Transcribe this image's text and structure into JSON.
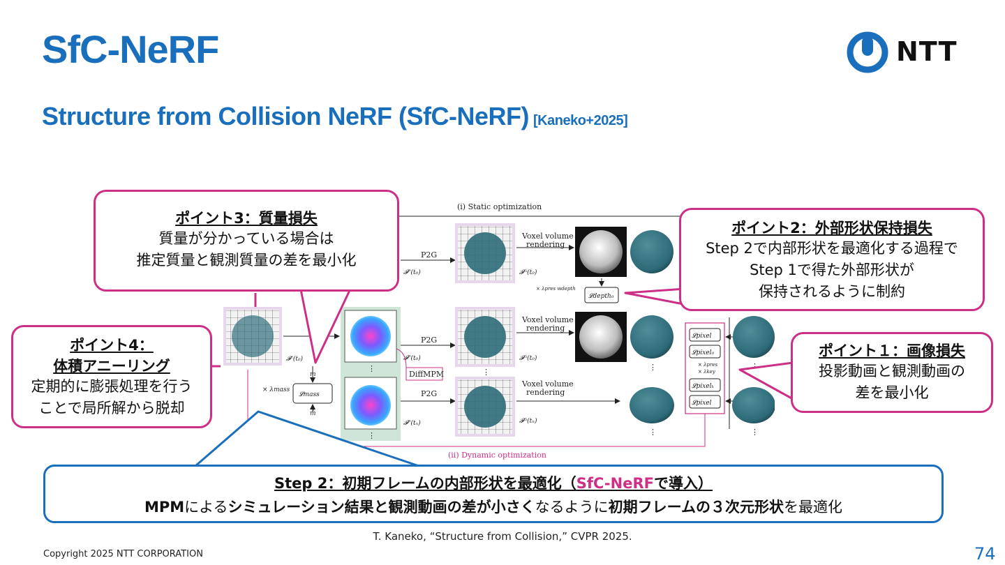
{
  "title": "SfC-NeRF",
  "subtitle": {
    "main": "Structure from Collision NeRF (SfC-NeRF)",
    "cite": "[Kaneko+2025]"
  },
  "logo": {
    "text": "NTT",
    "icon": "ntt-logo-icon",
    "color": "#1a6fbd"
  },
  "figure": {
    "static_label": "(i) Static optimization",
    "dynamic_label": "(ii) Dynamic optimization",
    "p2g": "P2G",
    "voxel_rendering_1": "Voxel volume",
    "voxel_rendering_2": "rendering",
    "diffmpm": "DiffMPM",
    "f_p_t0": "𝓕ᴾ(t₀)",
    "f_g_t0": "𝓕ᴳ(t₀)",
    "f_c_t0": "𝓕ᶜ(t₀)",
    "f_p_tn": "𝓕ᴾ(tₙ)",
    "f_g_tn": "𝓕ᴳ(tₙ)",
    "l_depth": "𝓛depth₀",
    "l_mass": "𝓛mass",
    "l_pixel": "𝓛pixel",
    "l_pixel0": "𝓛pixel₀",
    "l_pixelk": "𝓛pixelₖ",
    "lambda_mass": "× λmass",
    "lambda_depth": "× λpres wdepth",
    "lambda_pres": "× λpres",
    "lambda_key": "× λkey",
    "m": "m",
    "m_hat": "m̂",
    "ellipsis": "⋮"
  },
  "callouts": {
    "p3": {
      "heading": "ポイント3：質量損失",
      "lines": [
        "質量が分かっている場合は",
        "推定質量と観測質量の差を最小化"
      ]
    },
    "p2": {
      "heading": "ポイント2：外部形状保持損失",
      "lines": [
        "Step 2で内部形状を最適化する過程で",
        "Step 1で得た外部形状が",
        "保持されるように制約"
      ]
    },
    "p4": {
      "heading_lines": [
        "ポイント4：",
        "体積アニーリング"
      ],
      "lines": [
        "定期的に膨張処理を行う",
        "ことで局所解から脱却"
      ]
    },
    "p1": {
      "heading": "ポイント１：画像損失",
      "lines": [
        "投影動画と観測動画の",
        "差を最小化"
      ]
    }
  },
  "step2": {
    "heading_pre": "Step 2：初期フレームの内部形状を最適化（",
    "heading_pink": "SfC-NeRF",
    "heading_post": "で導入）",
    "body_1": "MPM",
    "body_2": "による",
    "body_3": "シミュレーション結果と観測動画の差が小さく",
    "body_4": "なるように",
    "body_5": "初期フレームの３次元形状",
    "body_6": "を最適化"
  },
  "citation": "T. Kaneko, “Structure from Collision,” CVPR 2025.",
  "copyright": "Copyright 2025 NTT CORPORATION",
  "page_number": "74",
  "colors": {
    "blue": "#1a6fbd",
    "pink": "#cc2f85",
    "teal": "#2e6b78"
  }
}
